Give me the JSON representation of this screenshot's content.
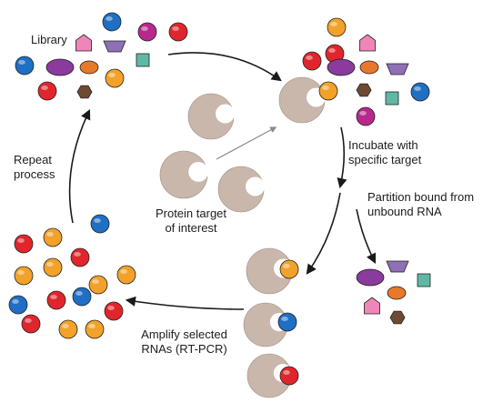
{
  "labels": {
    "library": "Library",
    "incubate_line1": "Incubate with",
    "incubate_line2": "specific target",
    "partition_line1": "Partition bound from",
    "partition_line2": "unbound RNA",
    "protein_line1": "Protein target",
    "protein_line2": "of interest",
    "repeat_line1": "Repeat",
    "repeat_line2": "process",
    "amplify_line1": "Amplify selected",
    "amplify_line2": "RNAs (RT-PCR)"
  },
  "colors": {
    "protein": "#c9b7ab",
    "protein_edge": "#9f8c80",
    "arrow": "#1a1a1a",
    "blue_ball": "#1f6fc4",
    "red_ball": "#e0262c",
    "orange_ball": "#f2a22a",
    "magenta_ball": "#b9288c",
    "purple_oval": "#8b3a9e",
    "orange_oval": "#e8782a",
    "pink_pentagon": "#ef86b8",
    "purple_trapezoid": "#8f6fb5",
    "teal_square": "#5fb8a5",
    "brown_hexagon": "#6e4a32"
  }
}
